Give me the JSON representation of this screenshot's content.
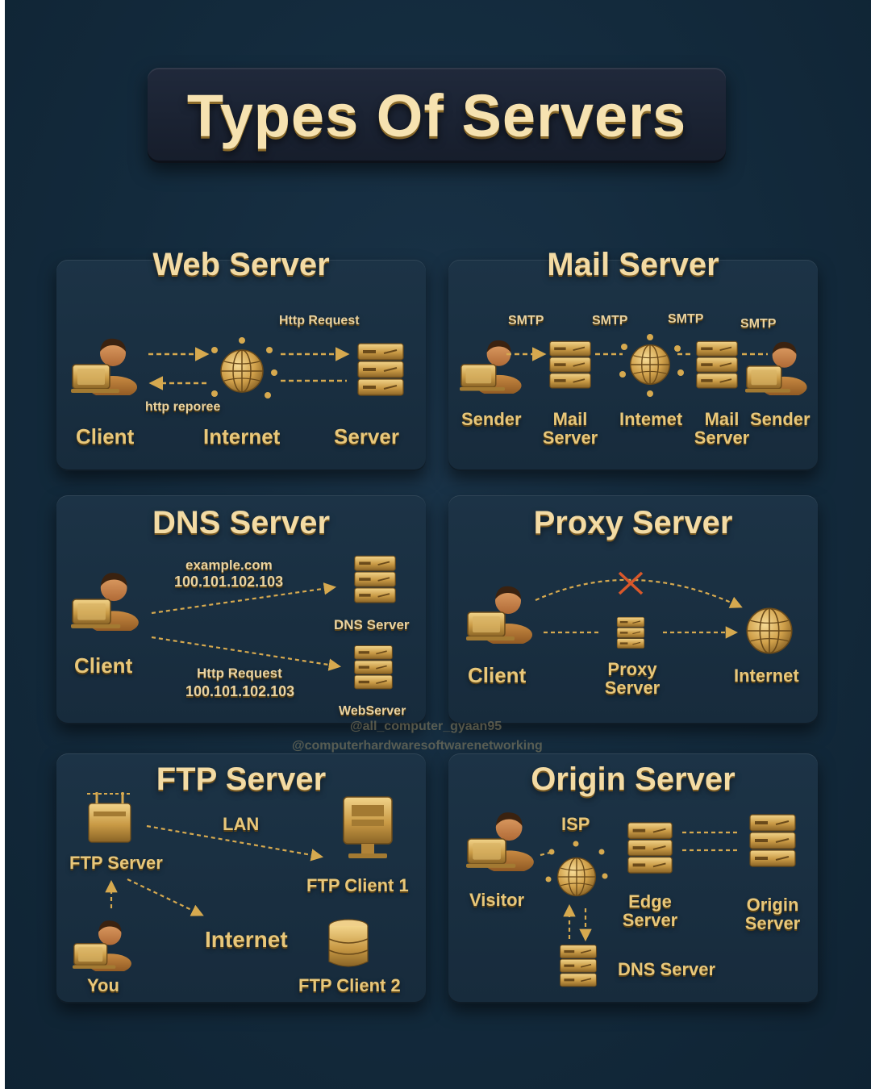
{
  "title": "Types Of Servers",
  "colors": {
    "background": "#132a3c",
    "panel": "#1a2f42",
    "gold": "#e8c77a",
    "title_gold": "#f6e2b0"
  },
  "watermarks": [
    "@all_computer_gyaan95",
    "@computerhardwaresoftwarenetworking"
  ],
  "web": {
    "title": "Web Server",
    "http_request": "Http Request",
    "http_response": "http reporee",
    "client": "Client",
    "internet": "Internet",
    "server": "Server"
  },
  "mail": {
    "title": "Mail Server",
    "smtp1": "SMTP",
    "smtp2": "SMTP",
    "smtp3": "SMTP",
    "smtp4": "SMTP",
    "sender1": "Sender",
    "mail_server1": "Mail\nServer",
    "internet": "Intemet",
    "mail_server2": "Mail\nServer",
    "sender2": "Sender"
  },
  "dns": {
    "title": "DNS Server",
    "domain": "example.com",
    "ip1": "100.101.102.103",
    "http_request": "Http Request",
    "ip2": "100.101.102.103",
    "client": "Client",
    "dns_server": "DNS Server",
    "web_server": "WebServer"
  },
  "proxy": {
    "title": "Proxy Server",
    "client": "Client",
    "proxy": "Proxy\nServer",
    "internet": "Internet"
  },
  "ftp": {
    "title": "FTP Server",
    "ftp_server": "FTP Server",
    "lan": "LAN",
    "client1": "FTP Client 1",
    "internet": "Internet",
    "you": "You",
    "client2": "FTP Client 2"
  },
  "origin": {
    "title": "Origin Server",
    "isp": "ISP",
    "visitor": "Visitor",
    "edge": "Edge\nServer",
    "origin_server": "Origin\nServer",
    "dns_server": "DNS Server"
  }
}
